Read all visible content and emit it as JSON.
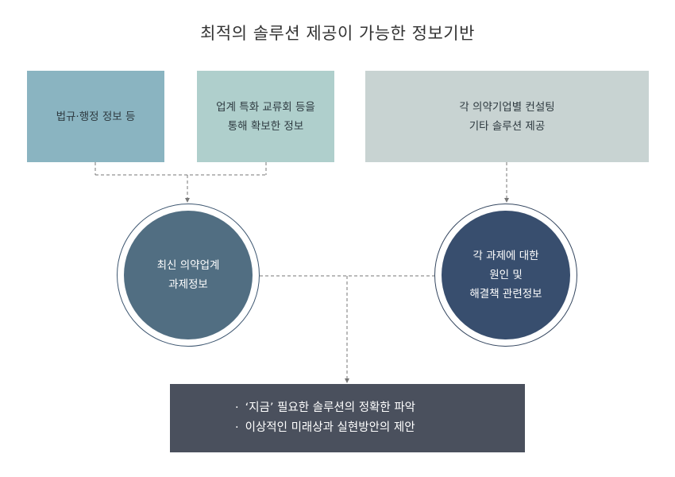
{
  "title": "최적의 솔루션 제공이 가능한 정보기반",
  "sources": {
    "legal": {
      "lines": [
        "법규·행정 정보 등"
      ]
    },
    "industry": {
      "lines": [
        "업계 특화 교류회 등을",
        "통해 확보한 정보"
      ]
    },
    "consulting": {
      "lines": [
        "각 의약기업별 컨설팅",
        "기타 솔루션 제공"
      ]
    }
  },
  "circles": {
    "left": {
      "lines": [
        "최신 의약업계",
        "과제정보"
      ]
    },
    "right": {
      "lines": [
        "각 과제에 대한",
        "원인 및",
        "해결책 관련정보"
      ]
    }
  },
  "result": {
    "bullet": "·",
    "items": [
      "‘지금’ 필요한 솔루션의 정확한 파악",
      "이상적인 미래상과 실현방안의 제안"
    ]
  },
  "colors": {
    "legal_box": "#8ab4c1",
    "industry_box": "#afcfcc",
    "consulting_box": "#c8d3d2",
    "circle_left": "#516e82",
    "circle_right": "#384e6e",
    "result_box": "#4a505d",
    "connector": "#777777"
  }
}
